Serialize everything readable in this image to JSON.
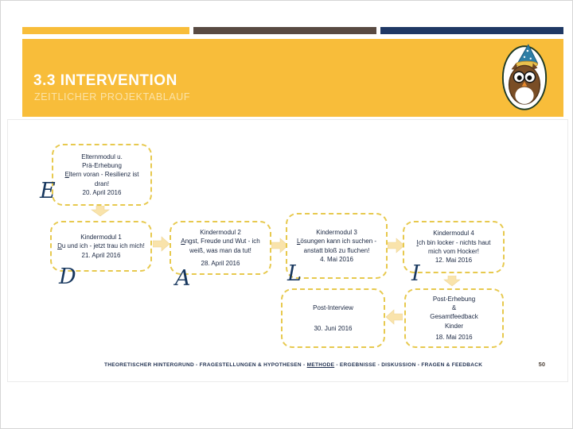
{
  "slide": {
    "title": "3.3 INTERVENTION",
    "subtitle": "ZEITLICHER PROJEKTABLAUF",
    "page_number": "50"
  },
  "colors": {
    "banner_gold": "#F8BD3A",
    "bar_brown": "#594A42",
    "bar_navy": "#1F3864",
    "box_border_gold": "#E7C94E",
    "arrow_cream": "#F9E3AB",
    "letter_navy": "#17375E",
    "body_text": "#1A2742"
  },
  "icons": {
    "mascot": "owl-wizard-mascot"
  },
  "boxes": {
    "eltern": {
      "letter": "E",
      "line1": "Elternmodul u.",
      "line2": "Prä-Erhebung",
      "motto_u": "E",
      "motto_rest": "ltern voran - Resilienz ist dran!",
      "date": "20. April 2016"
    },
    "kind1": {
      "letter": "D",
      "title": "Kindermodul 1",
      "motto_u": "D",
      "motto_rest": "u und ich - jetzt trau ich mich!",
      "date": "21. April 2016"
    },
    "kind2": {
      "letter": "A",
      "title": "Kindermodul 2",
      "motto_u": "A",
      "motto_rest": "ngst, Freude und Wut - ich weiß, was man da tut!",
      "date": "28. April 2016"
    },
    "kind3": {
      "letter": "L",
      "title": "Kindermodul 3",
      "motto_u": "L",
      "motto_rest": "ösungen kann ich suchen - anstatt bloß zu fluchen!",
      "date": "4. Mai 2016"
    },
    "kind4": {
      "letter": "I",
      "title": "Kindermodul 4",
      "motto_u": "I",
      "motto_rest": "ch bin locker - nichts haut mich vom Hocker!",
      "date": "12. Mai 2016"
    },
    "post_interview": {
      "title": "Post-Interview",
      "date": "30. Juni 2016"
    },
    "post_erhebung": {
      "line1": "Post-Erhebung",
      "line2": "&",
      "line3": "Gesamtfeedback",
      "line4": "Kinder",
      "date": "18. Mai 2016"
    }
  },
  "footer": {
    "seg1": "THEORETISCHER HINTERGRUND - FRAGESTELLUNGEN & HYPOTHESEN - ",
    "seg_active": "METHODE",
    "seg2": " - ERGEBNISSE - DISKUSSION - FRAGEN & FEEDBACK"
  }
}
